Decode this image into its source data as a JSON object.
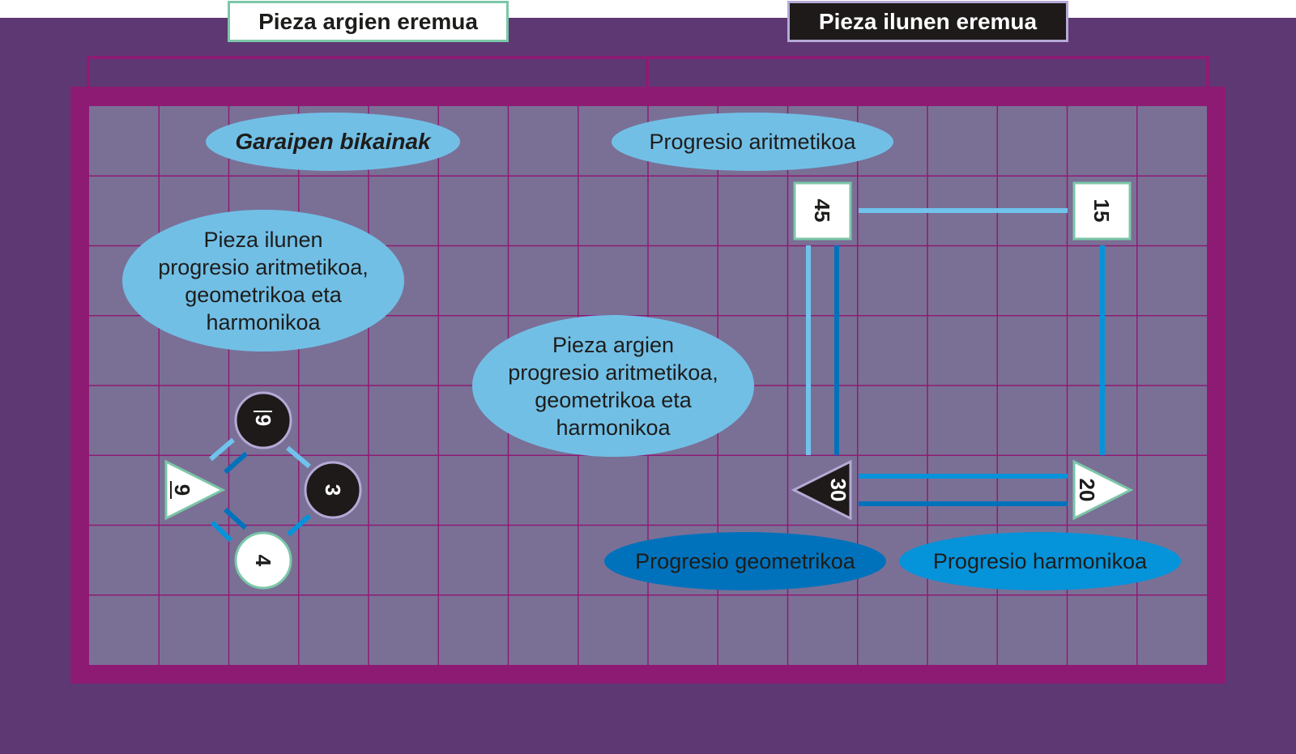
{
  "zones": {
    "light_label": "Pieza argien eremua",
    "dark_label": "Pieza ilunen eremua"
  },
  "labels": {
    "victories": "Garaipen bikainak",
    "dark_progressions": "Pieza ilunen\nprogresio aritmetikoa,\ngeometrikoa eta\nharmonikoa",
    "light_progressions": "Pieza argien\nprogresio aritmetikoa,\ngeometrikoa eta\nharmonikoa",
    "arithmetic": "Progresio aritmetikoa",
    "geometric": "Progresio geometrikoa",
    "harmonic": "Progresio harmonikoa"
  },
  "pieces_left": {
    "top_dark_circle": "9",
    "right_dark_circle": "3",
    "bottom_light_circle": "4",
    "left_light_triangle": "9"
  },
  "pieces_right": {
    "top_left_light_square": "45",
    "top_right_light_square": "15",
    "bottom_left_dark_triangle": "30",
    "bottom_right_light_triangle": "20"
  },
  "colors": {
    "background": "#5e3873",
    "board": "#7a7096",
    "frame": "#8e1b73",
    "arithmetic_line": "#6fc3ec",
    "geometric_line": "#0072bc",
    "harmonic_line": "#0593da",
    "dark_piece": "#1d1a19",
    "light_piece": "#ffffff"
  }
}
